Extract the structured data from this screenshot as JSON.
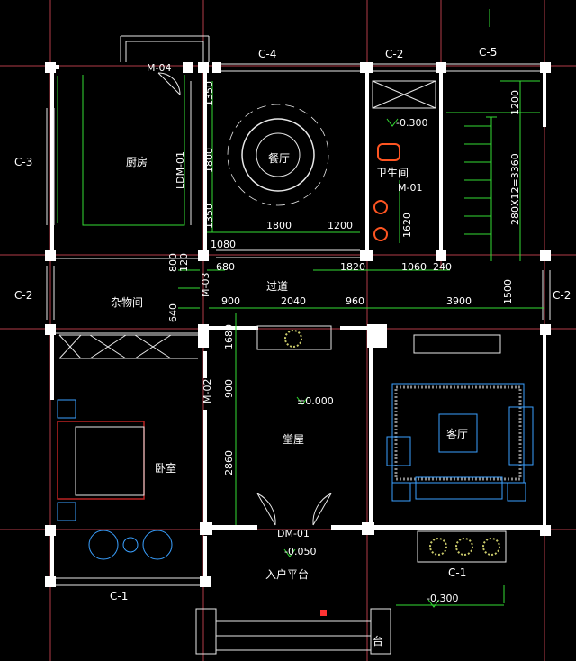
{
  "colors": {
    "background": "#000000",
    "wall": "#ffffff",
    "grid": "#b23b48",
    "dimension": "#33dd33",
    "furniture": "#3aa0ff",
    "accent": "#ff5522"
  },
  "rooms": {
    "kitchen": "厨房",
    "dining": "餐厅",
    "bathroom": "卫生间",
    "storage": "杂物间",
    "corridor": "过道",
    "hall": "堂屋",
    "living": "客厅",
    "bedroom": "卧室",
    "entry_platform": "入户平台",
    "step": "台"
  },
  "windows": {
    "c4": "C-4",
    "c2_top": "C-2",
    "c5": "C-5",
    "c3": "C-3",
    "c2_left": "C-2",
    "c2_right": "C-2",
    "c1_bottom_left": "C-1",
    "c1_bottom_right": "C-1"
  },
  "doors": {
    "m04": "M-04",
    "ldm01": "LDM-01",
    "m01": "M-01",
    "m03": "M-03",
    "m02": "M-02",
    "dm01": "DM-01"
  },
  "levels": {
    "bath": "-0.300",
    "hall": "±0.000",
    "entry": "-0.050",
    "outside": "-0.300"
  },
  "dimensions": {
    "dining_v1": "1350",
    "dining_v2": "1800",
    "dining_v3": "1350",
    "dining_h1": "1800",
    "dining_h2": "1200",
    "d1080": "1080",
    "d680": "680",
    "d1820": "1820",
    "d1060": "1060",
    "d240": "240",
    "d1620": "1620",
    "stair_top": "1200",
    "stair_run": "280X12=3360",
    "d800": "800",
    "d120": "120",
    "d640": "640",
    "d900a": "900",
    "d2040": "2040",
    "d960": "960",
    "d3900": "3900",
    "d1500": "1500",
    "d1680": "1680",
    "d900b": "900",
    "d2860": "2860"
  }
}
